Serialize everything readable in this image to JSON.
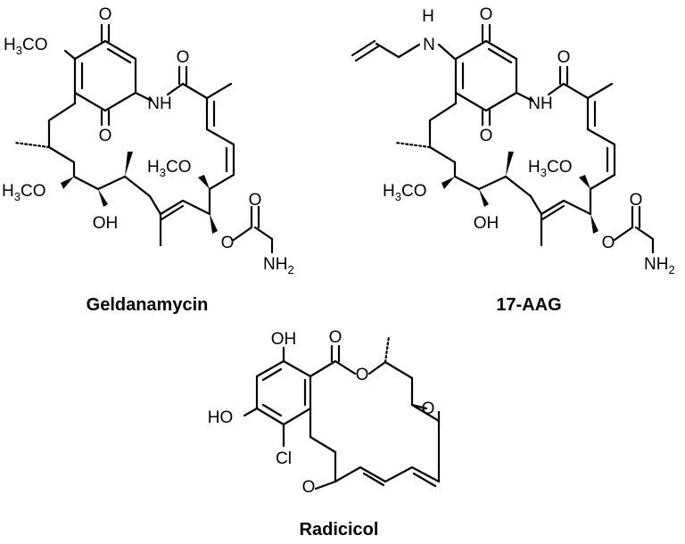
{
  "compounds": [
    {
      "name": "Geldanamycin",
      "atoms": {
        "quinone_o_top": "O",
        "methoxy": "H3CO",
        "quinone_o_bottom": "O",
        "amide_nh": "NH",
        "amide_o": "O",
        "methoxy_left": "H3CO",
        "hydroxyl": "OH",
        "methoxy_right": "H3CO",
        "carbamate_o_ring": "O",
        "carbamate_o_dbl": "O",
        "carbamate_nh2": "NH2"
      }
    },
    {
      "name": "17-AAG",
      "atoms": {
        "allyl_nh": "NH",
        "quinone_o_top": "O",
        "quinone_o_bottom": "O",
        "amide_nh": "NH",
        "amide_o": "O",
        "methoxy_left": "H3CO",
        "hydroxyl": "OH",
        "methoxy_right": "H3CO",
        "carbamate_o_ring": "O",
        "carbamate_o_dbl": "O",
        "carbamate_nh2": "NH2"
      }
    },
    {
      "name": "Radicicol",
      "atoms": {
        "hydroxyl_top": "OH",
        "hydroxyl_left": "HO",
        "chloro": "Cl",
        "lactone_o_dbl": "O",
        "lactone_o_ring": "O",
        "epoxide_o": "O",
        "ketone_o": "O"
      }
    }
  ]
}
